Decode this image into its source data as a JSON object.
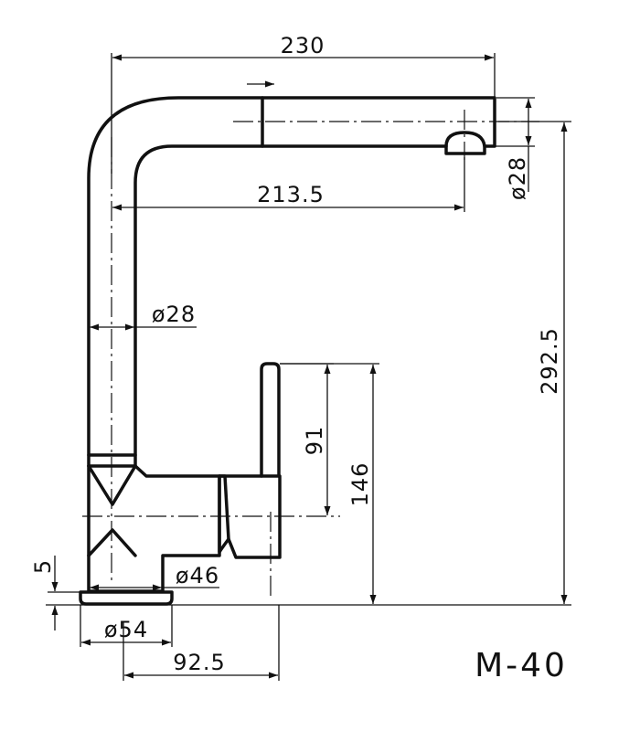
{
  "model": "M-40",
  "dimensions": {
    "spout_reach": "230",
    "aerator_reach": "213.5",
    "spout_diameter": "ø28",
    "outlet_diameter": "ø28",
    "total_height": "292.5",
    "handle_height": "91",
    "body_height": "146",
    "body_diameter": "ø46",
    "base_height": "5",
    "base_diameter": "ø54",
    "handle_offset": "92.5"
  },
  "colors": {
    "line": "#111111",
    "background": "#ffffff"
  }
}
